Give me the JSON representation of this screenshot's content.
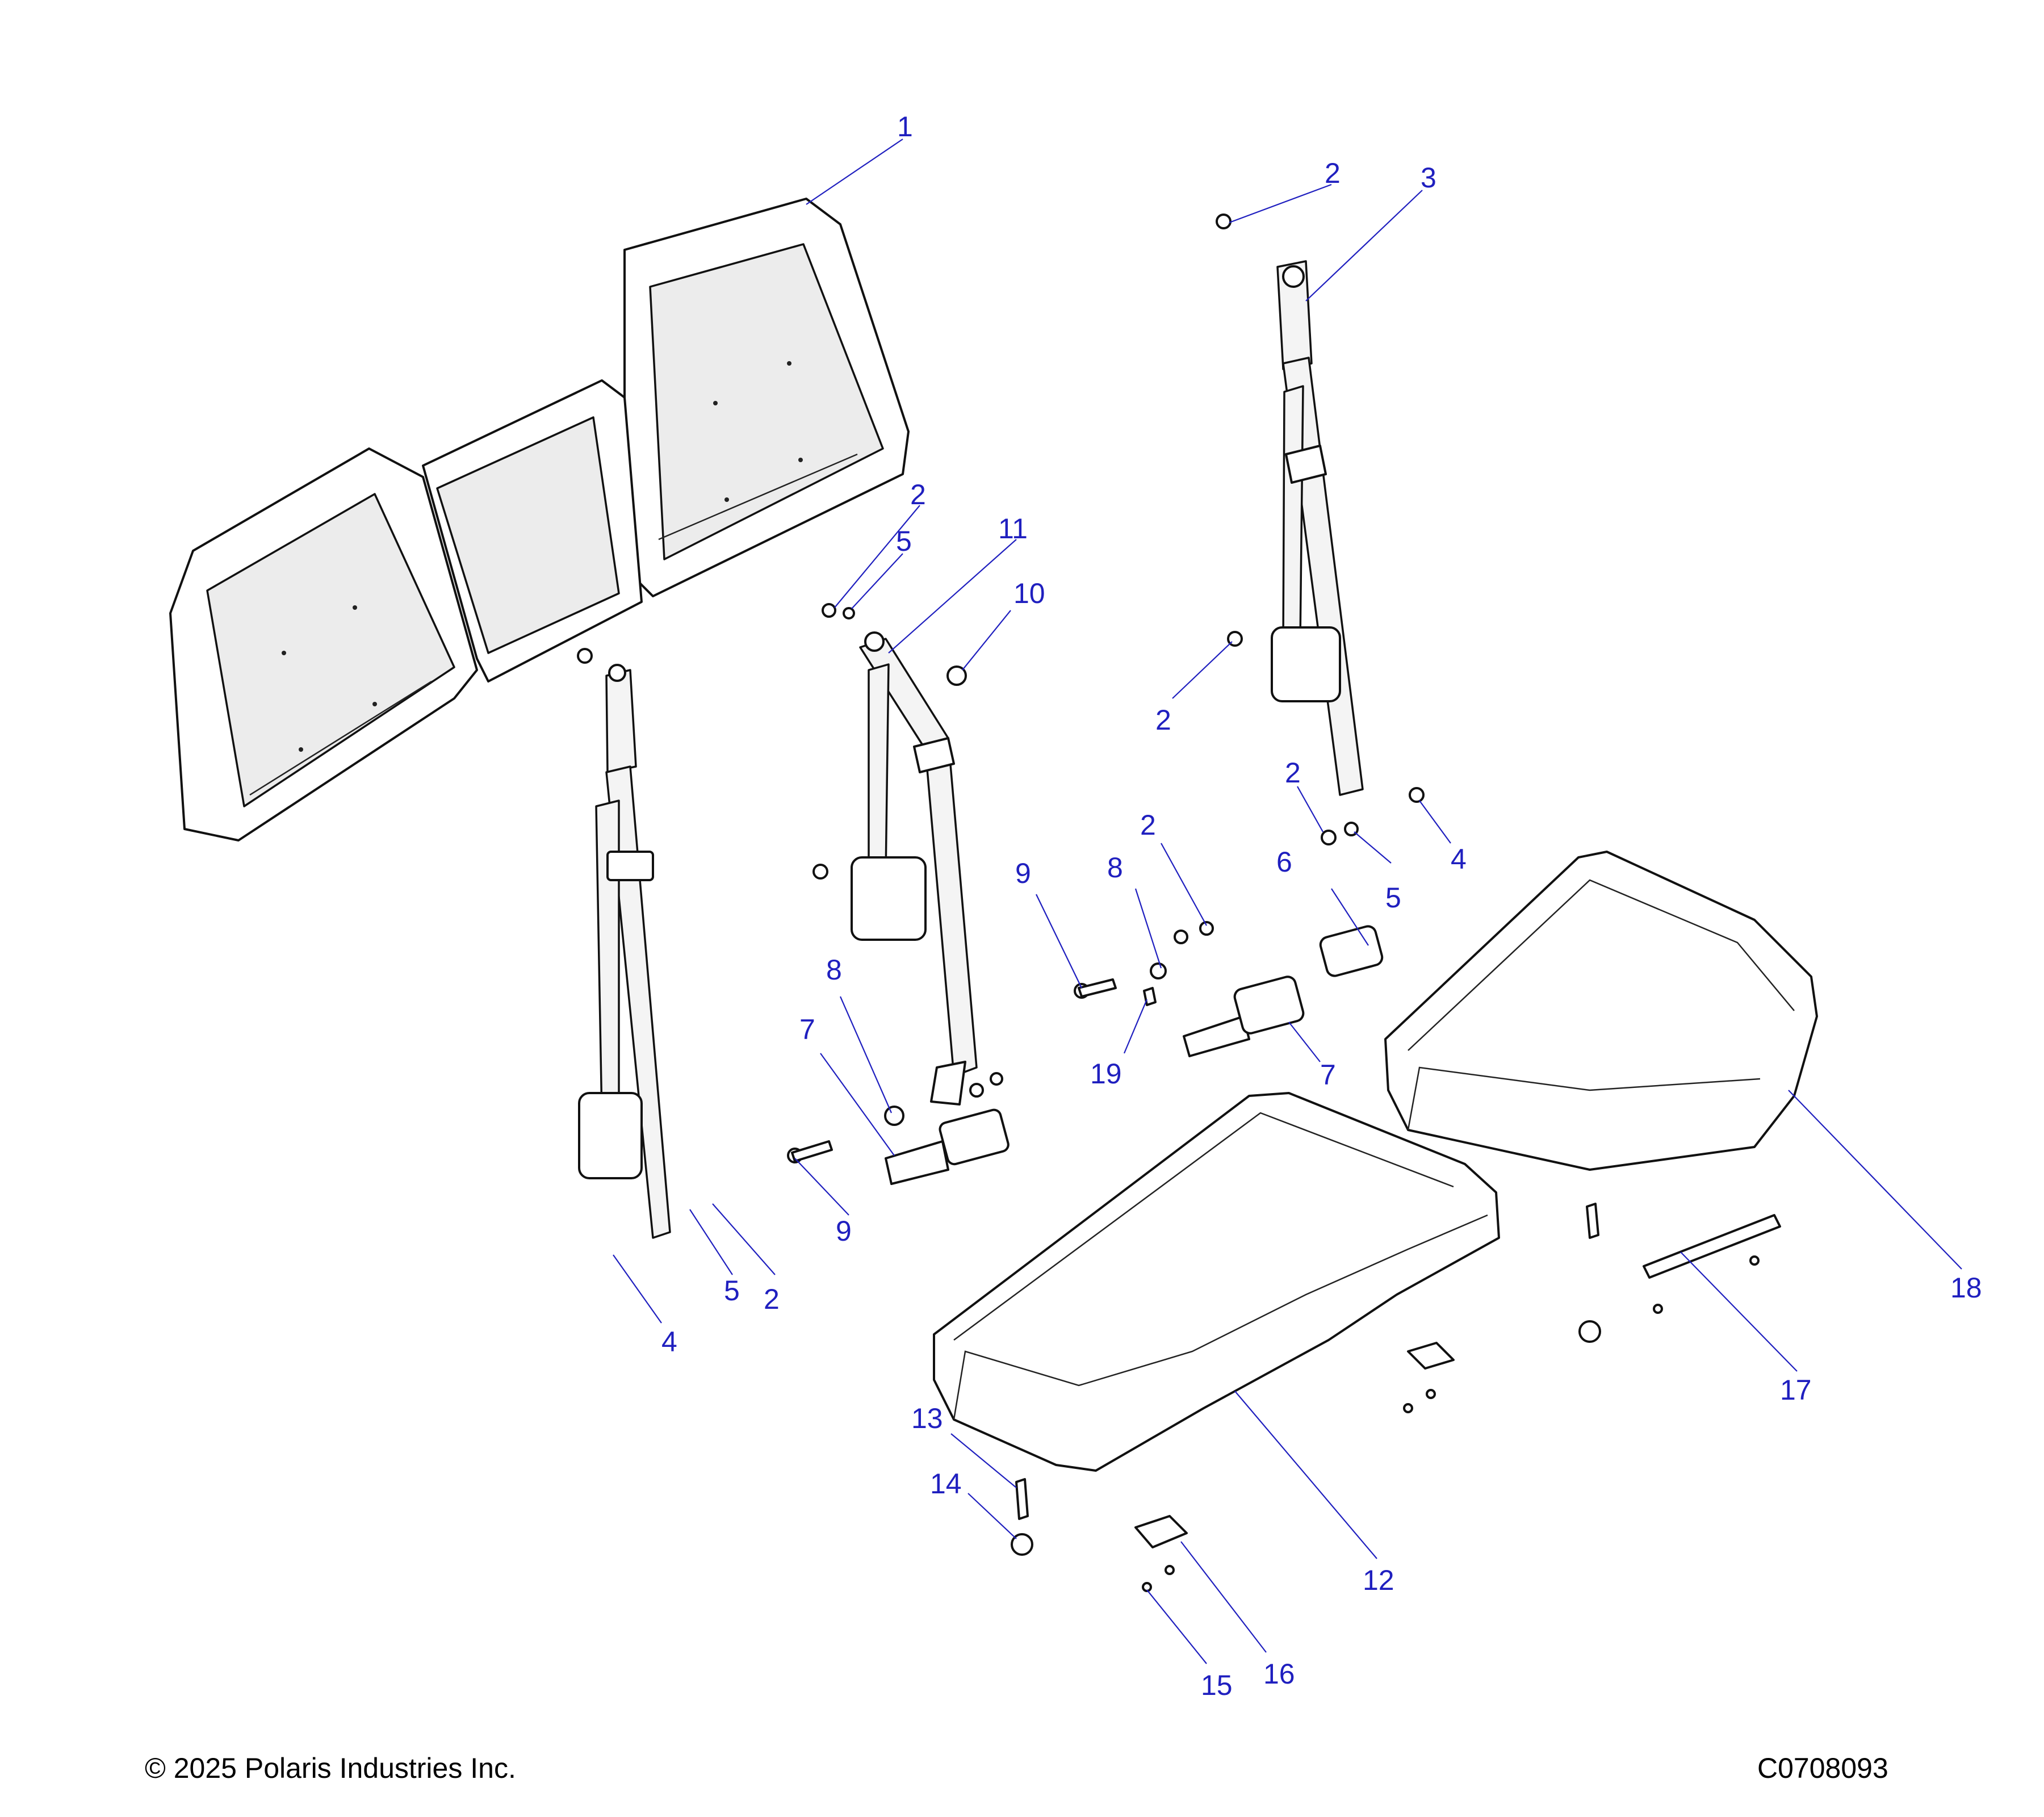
{
  "footer": {
    "copyright": "© 2025 Polaris Industries Inc.",
    "drawing_id": "C0708093"
  },
  "callouts": {
    "c1": "1",
    "c2a": "2",
    "c3": "3",
    "c2b": "2",
    "c5a": "5",
    "c11": "11",
    "c10": "10",
    "c2c": "2",
    "c2d": "2",
    "c4a": "4",
    "c5b": "5",
    "c6": "6",
    "c9a": "9",
    "c8a": "8",
    "c2e": "2",
    "c8b": "8",
    "c7a": "7",
    "c9b": "9",
    "c19": "19",
    "c7b": "7",
    "c5c": "5",
    "c2f": "2",
    "c4b": "4",
    "c18": "18",
    "c17": "17",
    "c13": "13",
    "c14": "14",
    "c12": "12",
    "c15": "15",
    "c16": "16"
  }
}
